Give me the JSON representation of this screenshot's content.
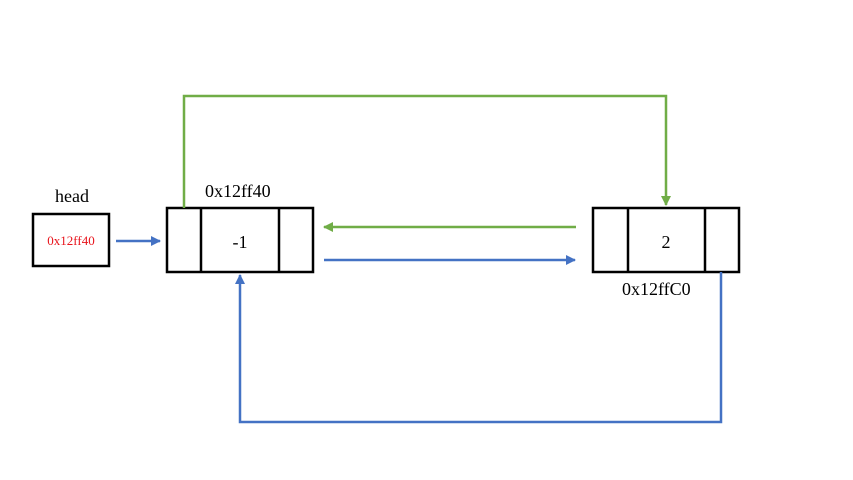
{
  "head": {
    "label": "head",
    "value": "0x12ff40",
    "value_color": "#e8141c"
  },
  "nodes": [
    {
      "address": "0x12ff40",
      "value": "-1"
    },
    {
      "address": "0x12ffC0",
      "value": "2"
    }
  ],
  "colors": {
    "next_pointer": "#4472c4",
    "prev_pointer": "#70ad47",
    "box_stroke": "#000000"
  }
}
